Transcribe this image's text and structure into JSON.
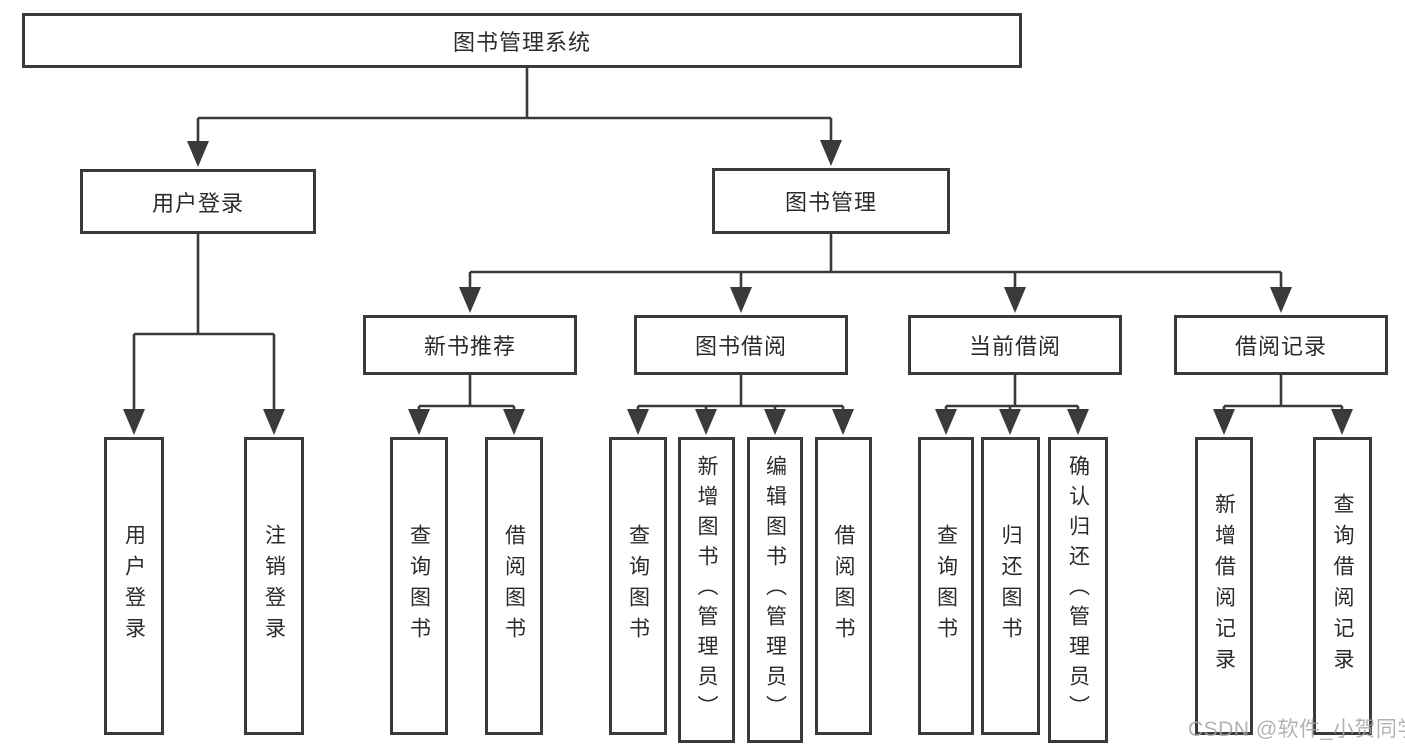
{
  "diagram": {
    "type": "tree-structure-chart",
    "title": "图书管理系统",
    "watermark": "CSDN @软件_小贺同学",
    "colors": {
      "background": "#ffffff",
      "line": "#3a3a3a",
      "box_border": "#3a3a3a",
      "text": "#2b2b2b",
      "watermark": "#a6a6a6"
    },
    "nodes": {
      "root": {
        "label": "图书管理系统",
        "children": [
          "user_login",
          "book_mgmt"
        ]
      },
      "user_login": {
        "label": "用户登录",
        "children": [
          "leaf_user_login",
          "leaf_logout"
        ]
      },
      "book_mgmt": {
        "label": "图书管理",
        "children": [
          "new_book_rec",
          "book_borrow",
          "current_borrow",
          "borrow_record"
        ]
      },
      "new_book_rec": {
        "label": "新书推荐",
        "children": [
          "leaf_query_book_1",
          "leaf_borrow_book_1"
        ]
      },
      "book_borrow": {
        "label": "图书借阅",
        "children": [
          "leaf_query_book_2",
          "leaf_add_book",
          "leaf_edit_book",
          "leaf_borrow_book_2"
        ]
      },
      "current_borrow": {
        "label": "当前借阅",
        "children": [
          "leaf_query_book_3",
          "leaf_return_book",
          "leaf_confirm_return"
        ]
      },
      "borrow_record": {
        "label": "借阅记录",
        "children": [
          "leaf_add_record",
          "leaf_query_record"
        ]
      },
      "leaf_user_login": {
        "label": "用户登录",
        "children": []
      },
      "leaf_logout": {
        "label": "注销登录",
        "children": []
      },
      "leaf_query_book_1": {
        "label": "查询图书",
        "children": []
      },
      "leaf_borrow_book_1": {
        "label": "借阅图书",
        "children": []
      },
      "leaf_query_book_2": {
        "label": "查询图书",
        "children": []
      },
      "leaf_add_book": {
        "label": "新增图书（管理员）",
        "children": []
      },
      "leaf_edit_book": {
        "label": "编辑图书（管理员）",
        "children": []
      },
      "leaf_borrow_book_2": {
        "label": "借阅图书",
        "children": []
      },
      "leaf_query_book_3": {
        "label": "查询图书",
        "children": []
      },
      "leaf_return_book": {
        "label": "归还图书",
        "children": []
      },
      "leaf_confirm_return": {
        "label": "确认归还（管理员）",
        "children": []
      },
      "leaf_add_record": {
        "label": "新增借阅记录",
        "children": []
      },
      "leaf_query_record": {
        "label": "查询借阅记录",
        "children": []
      }
    }
  }
}
